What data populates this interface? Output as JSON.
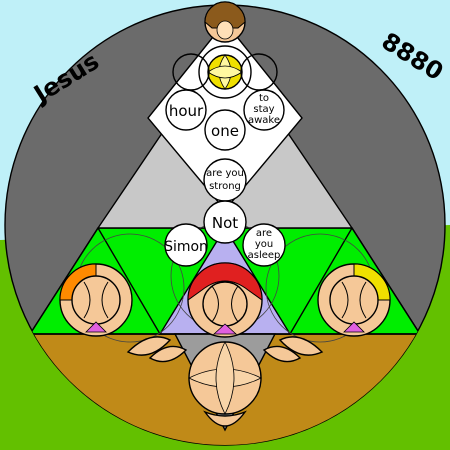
{
  "labels": {
    "top_left": "Jesus",
    "top_right": "8880"
  },
  "words": {
    "hour": "hour",
    "to_stay_awake_1": "to",
    "to_stay_awake_2": "stay",
    "to_stay_awake_3": "awake",
    "one": "one",
    "are_you_strong_1": "are you",
    "are_you_strong_2": "strong",
    "not": "Not",
    "simon": "Simon",
    "are_you_asleep_1": "are",
    "are_you_asleep_2": "you",
    "are_you_asleep_3": "asleep"
  },
  "colors": {
    "sky": "#bff0f8",
    "grass": "#63c000",
    "big_circle": "#6b6b6b",
    "lower_band": "#c08a18",
    "green_band": "#00ee00",
    "inner_triangle": "#c8c8c8",
    "face_fill": "#f5c898",
    "face_dark": "#8b5a1c",
    "yellow_petal": "#f0e000",
    "orange_petal": "#ff8a00",
    "red_petal": "#e02020",
    "pink_petal": "#e060e0",
    "lavender": "#b8b0f0"
  },
  "icons": [
    "face-top-icon",
    "face-left-icon",
    "face-center-icon",
    "face-right-icon",
    "face-bottom-icon"
  ]
}
